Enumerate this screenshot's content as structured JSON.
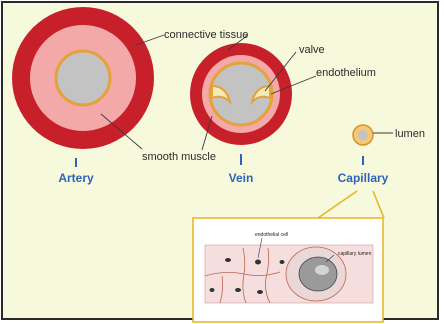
{
  "vessels": {
    "artery": "Artery",
    "vein": "Vein",
    "capillary": "Capillary"
  },
  "labels": {
    "connective_tissue": "connective tissue",
    "valve": "valve",
    "endothelium": "endothelium",
    "lumen": "lumen",
    "smooth_muscle": "smooth muscle"
  },
  "inset": {
    "endothelial_cell": "endothelial cell",
    "capillary_lumen": "capillary lumen"
  },
  "colors": {
    "connective": "#c8202b",
    "muscle": "#f4a9a9",
    "endothelium": "#e3a23a",
    "lumen": "#c3c3c3",
    "name_text": "#2f63b3",
    "panel_bg": "#f7f9dc",
    "inset_border": "#e8b420"
  }
}
